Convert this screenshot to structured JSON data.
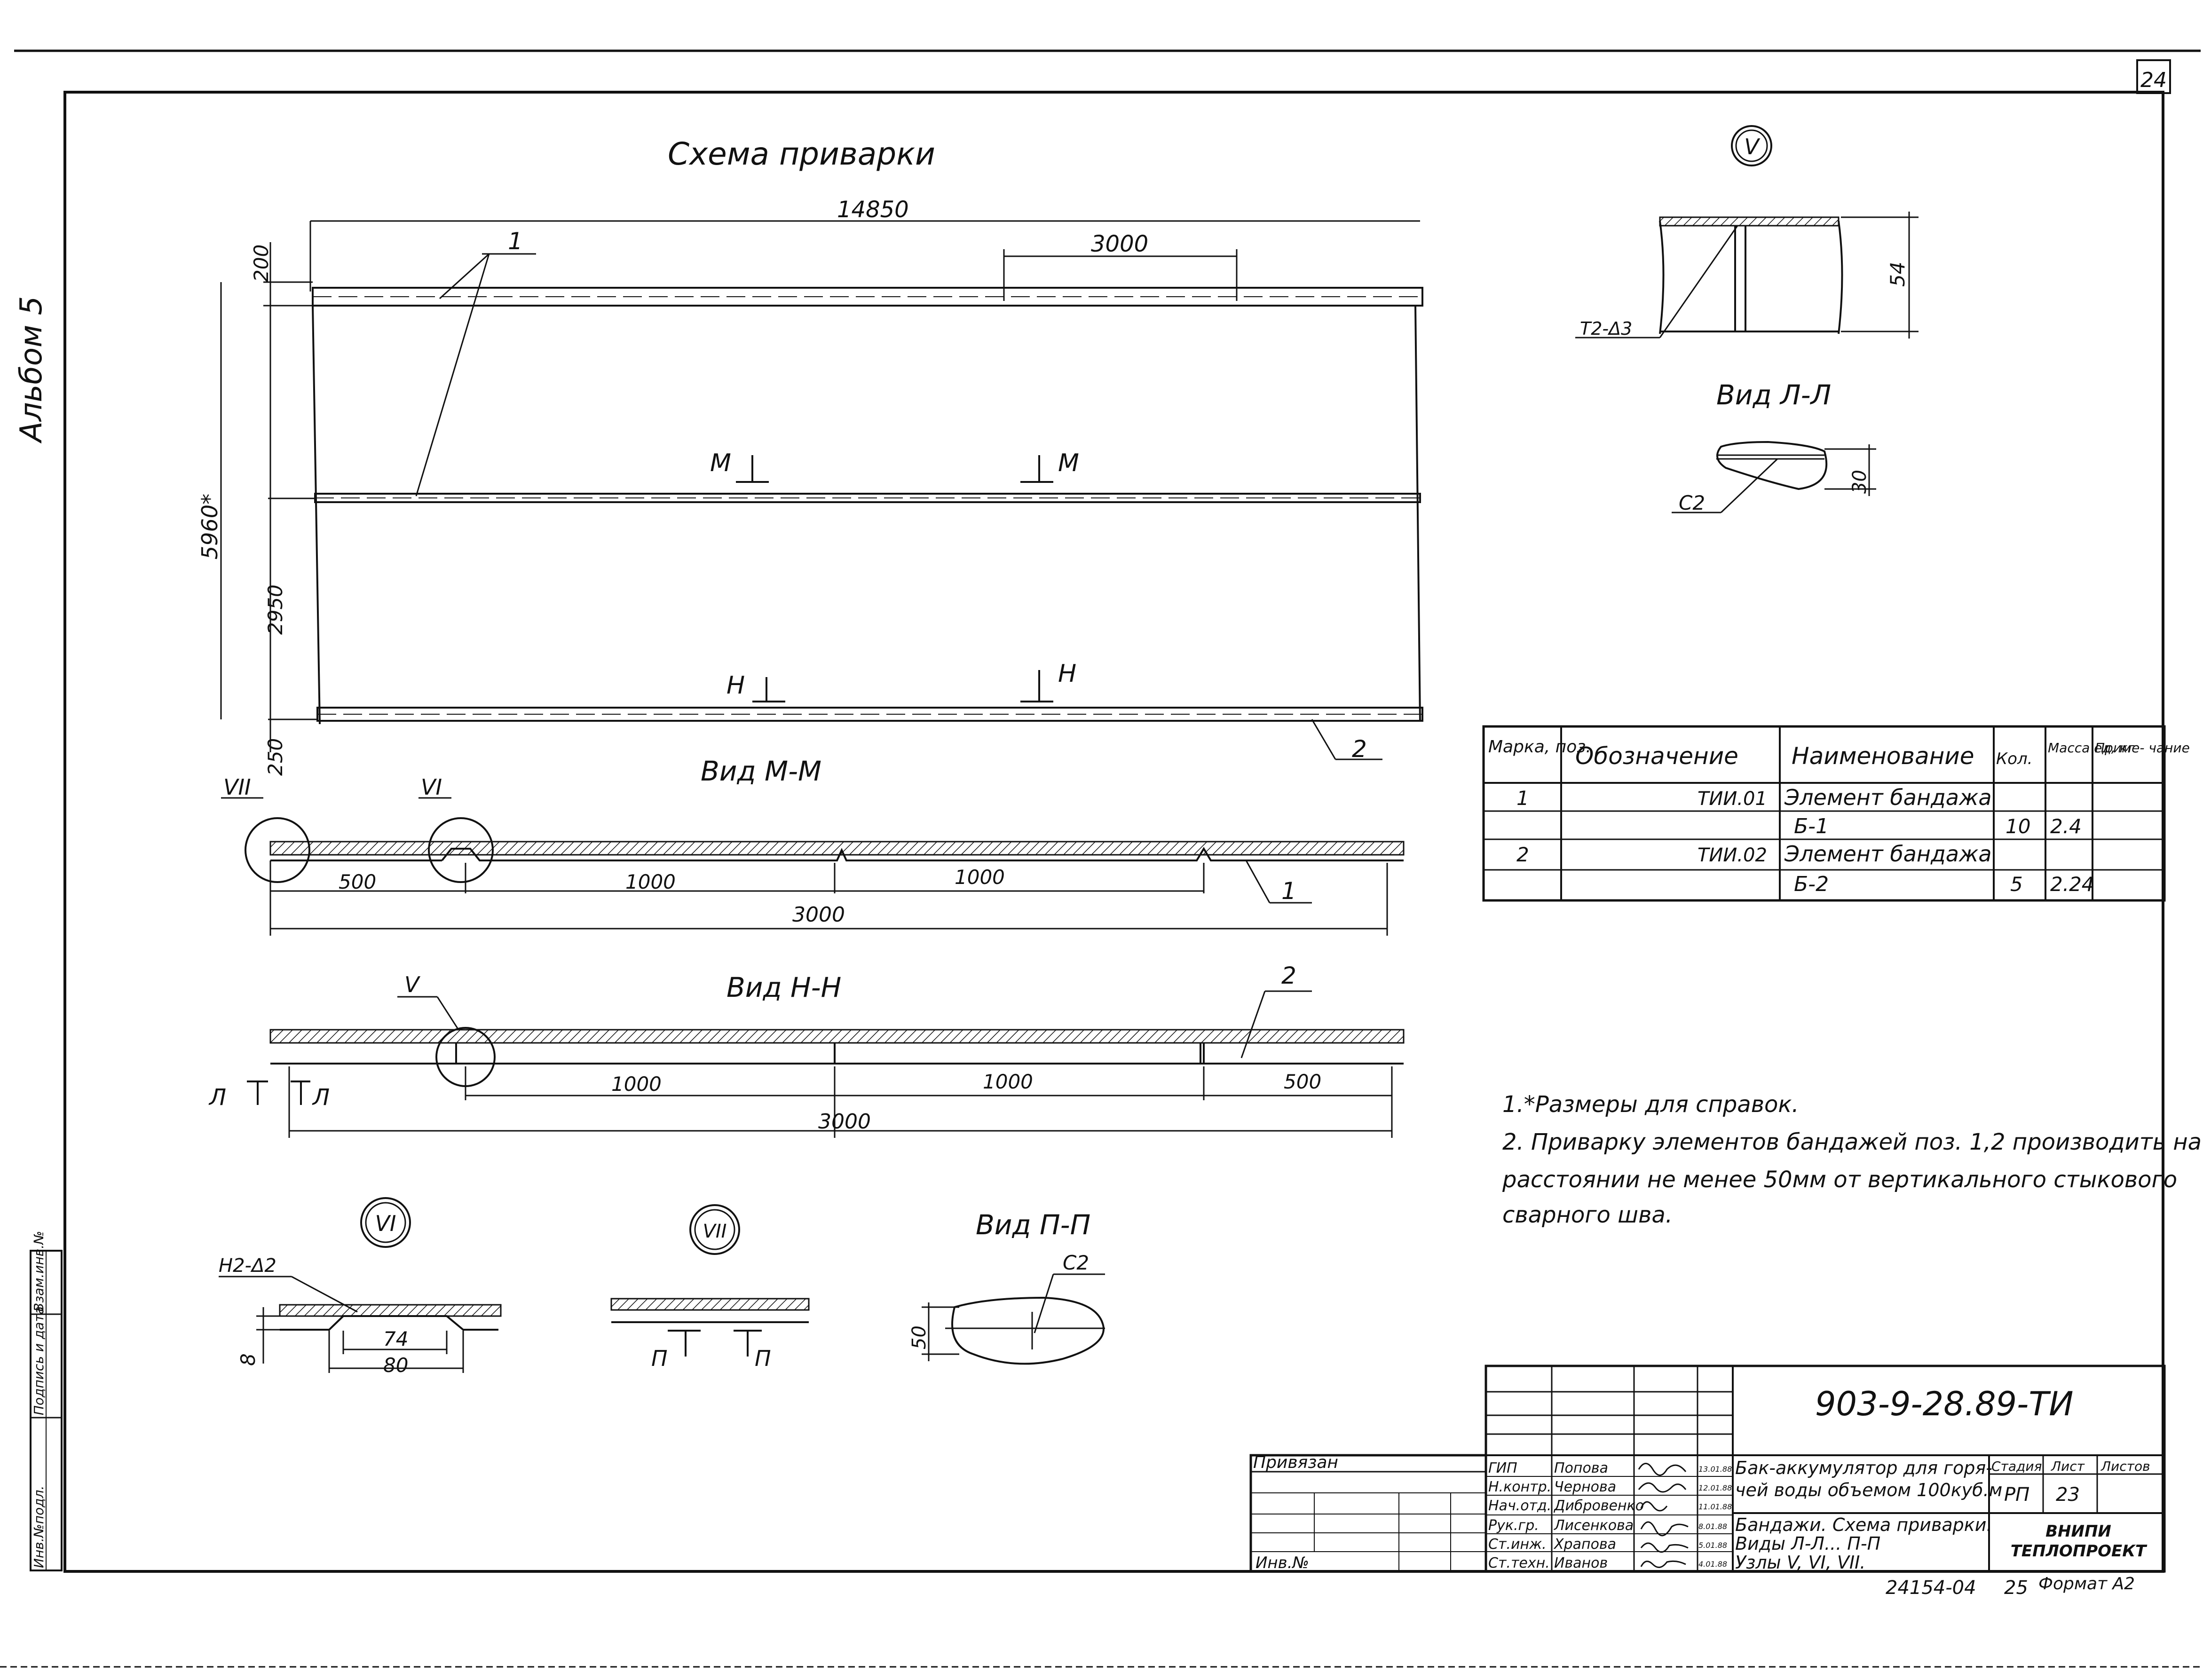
{
  "sheet": {
    "page_number": "24",
    "album_label": "Альбом 5",
    "format_label": "Формат А2",
    "archive_number": "24154-04",
    "archive_number_suffix": "25"
  },
  "scheme": {
    "title": "Схема приварки",
    "overall_length": "14850",
    "segment_length": "3000",
    "dim_top": "200",
    "dim_height": "5960*",
    "dim_lower": "2950",
    "dim_bottom": "250",
    "callout_1": "1",
    "callout_2": "2",
    "section_m": "М",
    "section_n": "Н"
  },
  "view_mm": {
    "title": "Вид М-М",
    "node_vii": "VII",
    "node_vi": "VI",
    "dims": [
      "500",
      "1000",
      "1000"
    ],
    "total": "3000",
    "callout": "1"
  },
  "view_nn": {
    "title": "Вид Н-Н",
    "node_v": "V",
    "dims": [
      "1000",
      "1000",
      "500"
    ],
    "total": "3000",
    "callout": "2",
    "section_l": "Л"
  },
  "node_v": {
    "label": "V",
    "weld": "Т2-Δ3",
    "dim": "54"
  },
  "view_ll": {
    "title": "Вид Л-Л",
    "weld": "С2",
    "dim": "30"
  },
  "node_vi": {
    "label": "VI",
    "weld": "Н2-Δ2",
    "dim_74": "74",
    "dim_80": "80",
    "dim_8": "8"
  },
  "node_vii": {
    "label": "VII",
    "section_p": "П"
  },
  "view_pp": {
    "title": "Вид П-П",
    "weld": "С2",
    "dim": "50"
  },
  "spec_table": {
    "headers": [
      "Марка, поз.",
      "Обозначение",
      "Наименование",
      "Кол.",
      "Масса ед, кг",
      "Приме- чание"
    ],
    "rows": [
      {
        "mark": "1",
        "designation": "ТИИ.01",
        "name": "Элемент бандажа",
        "qty": "",
        "mass": "",
        "note": ""
      },
      {
        "mark": "",
        "designation": "",
        "name": "Б-1",
        "qty": "10",
        "mass": "2.4",
        "note": ""
      },
      {
        "mark": "2",
        "designation": "ТИИ.02",
        "name": "Элемент бандажа",
        "qty": "",
        "mass": "",
        "note": ""
      },
      {
        "mark": "",
        "designation": "",
        "name": "Б-2",
        "qty": "5",
        "mass": "2.24",
        "note": ""
      }
    ]
  },
  "notes": [
    "1.*Размеры для справок.",
    "2. Приварку элементов бандажей поз. 1,2 производить на",
    "расстоянии не менее 50мм от вертикального стыкового",
    "сварного шва."
  ],
  "title_block": {
    "doc_code": "903-9-28.89-ТИ",
    "object_name_1": "Бак-аккумулятор для горя-",
    "object_name_2": "чей воды объемом 100куб.м",
    "sheet_name_1": "Бандажи. Схема приварки.",
    "sheet_name_2": "Виды Л-Л... П-П",
    "sheet_name_3": "Узлы V, VI, VII.",
    "stage_header": "Стадия",
    "sheet_header": "Лист",
    "sheets_header": "Листов",
    "stage": "РП",
    "sheet": "23",
    "org_1": "ВНИПИ",
    "org_2": "ТЕПЛОПРОЕКТ",
    "bound_label": "Привязан",
    "inv_label": "Инв.№",
    "signatories": [
      {
        "role": "ГИП",
        "name": "Попова",
        "date": "13.01.88"
      },
      {
        "role": "Н.контр.",
        "name": "Чернова",
        "date": "12.01.88"
      },
      {
        "role": "Нач.отд.",
        "name": "Дибровенко",
        "date": "11.01.88"
      },
      {
        "role": "Рук.гр.",
        "name": "Лисенкова",
        "date": "8.01.88"
      },
      {
        "role": "Ст.инж.",
        "name": "Храпова",
        "date": "5.01.88"
      },
      {
        "role": "Ст.техн.",
        "name": "Иванов",
        "date": "4.01.88"
      }
    ]
  },
  "left_stamp": [
    "Инв.№подл.",
    "Подпись и дата",
    "Взам.инв.№"
  ]
}
